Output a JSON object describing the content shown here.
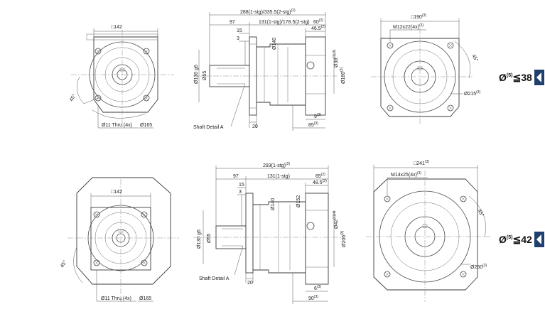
{
  "colors": {
    "line": "#4a4a4a",
    "accent": "#1f3f6e",
    "text": "#222222"
  },
  "top": {
    "square": "□142",
    "thru": "Ø11 Thru.(4x)",
    "bolt_circle": "Ø165",
    "angle": "45°",
    "overall": "288(1-stg)/335.5(2-stg)",
    "overall_note": "(2)",
    "d97": "97",
    "stage_len": "131(1-stg)/178.5(2-stg)",
    "d60": "60",
    "d60_note": "(2)",
    "d46": "46.5",
    "d46_note": "(2)",
    "d15": "15",
    "d3": "3",
    "shaft_d": "Ø130 g6",
    "d55": "Ø55",
    "d140": "Ø140",
    "d38": "Ø38",
    "d38_note": "(1)(4)",
    "d180": "Ø180",
    "d180_note": "(3)",
    "d20": "20",
    "d9": "9",
    "d9_note": "(3)",
    "d85": "85",
    "d85_note": "(3)",
    "shaft_detail": "Shaft Detail A",
    "right_square": "□190",
    "right_square_note": "(3)",
    "thread": "M12x22(4x)",
    "thread_note": "(3)",
    "right_angle": "45°",
    "pcd": "Ø215",
    "pcd_note": "(3)",
    "spec_prefix": "Ø",
    "spec_sup": "(5)",
    "spec_rel": "≦",
    "spec_value": "38"
  },
  "bottom": {
    "square": "□142",
    "thru": "Ø11 Thru.(4x)",
    "bolt_circle": "Ø165",
    "angle": "45°",
    "overall": "293(1-stg)",
    "overall_note": "(2)",
    "d97": "97",
    "stage_len": "131(1-stg)",
    "d65": "65",
    "d65_note": "(2)",
    "d48": "48.5",
    "d48_note": "(2)",
    "d15": "15",
    "d3": "3",
    "shaft_d": "Ø130 g6",
    "d55": "Ø55",
    "d140": "Ø140",
    "d152": "Ø152",
    "d42": "Ø42",
    "d42_note": "(1)(4)",
    "d206": "Ø206",
    "d206_note": "(3)",
    "d20": "20",
    "d6": "6",
    "d6_note": "(3)",
    "d90": "90",
    "d90_note": "(3)",
    "shaft_detail": "Shaft Detail A",
    "right_square": "□241",
    "right_square_note": "(3)",
    "thread": "M14x25(4x)",
    "thread_note": "(3)",
    "right_angle": "45°",
    "pcd": "Ø260",
    "pcd_note": "(3)",
    "spec_prefix": "Ø",
    "spec_sup": "(5)",
    "spec_rel": "≦",
    "spec_value": "42"
  }
}
